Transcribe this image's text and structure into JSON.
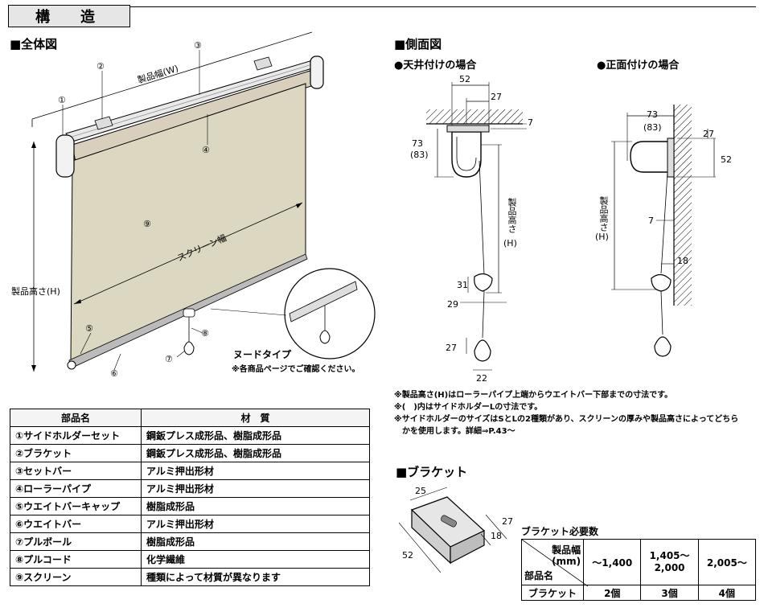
{
  "title": "構　造",
  "sections": {
    "overall": "■全体図",
    "side": "■側面図",
    "ceiling": "●天井付けの場合",
    "front": "●正面付けの場合",
    "bracket": "■ブラケット"
  },
  "overall_labels": {
    "n1": "①",
    "n2": "②",
    "n3": "③",
    "n4": "④",
    "n5": "⑤",
    "n6": "⑥",
    "n7": "⑦",
    "n8": "⑧",
    "n9": "⑨",
    "width": "製品幅(W)",
    "height": "製品高さ(H)",
    "screen_width": "スクリーン幅",
    "nude": "ヌードタイプ",
    "note": "※各商品ページでご確認ください。"
  },
  "ceiling_dims": {
    "d52": "52",
    "d27": "27",
    "d7": "7",
    "d73": "73",
    "d83": "(83)",
    "height": "製品高さ",
    "height_h": "(H)",
    "d31": "31",
    "d29": "29",
    "d27b": "27",
    "d22": "22"
  },
  "front_dims": {
    "d73": "73",
    "d83": "(83)",
    "d27": "27",
    "d52": "52",
    "d7": "7",
    "d18": "18",
    "height": "製品高さ",
    "height_h": "(H)"
  },
  "notes": [
    "※製品高さ(H)はローラーパイプ上端からウエイトバー下部までの寸法です。",
    "※(　)内はサイドホルダーLの寸法です。",
    "※サイドホルダーのサイズはSとLの2種類があり、スクリーンの厚みや製品高さによってどちら",
    "　かを使用します。詳細⇒P.43～"
  ],
  "parts_table": {
    "headers": [
      "部品名",
      "材　質"
    ],
    "rows": [
      [
        "①サイドホルダーセット",
        "鋼鈑プレス成形品、樹脂成形品"
      ],
      [
        "②ブラケット",
        "鋼鈑プレス成形品、樹脂成形品"
      ],
      [
        "③セットバー",
        "アルミ押出形材"
      ],
      [
        "④ローラーパイプ",
        "アルミ押出形材"
      ],
      [
        "⑤ウエイトバーキャップ",
        "樹脂成形品"
      ],
      [
        "⑥ウエイトバー",
        "アルミ押出形材"
      ],
      [
        "⑦プルボール",
        "樹脂成形品"
      ],
      [
        "⑧プルコード",
        "化学繊維"
      ],
      [
        "⑨スクリーン",
        "種類によって材質が異なります"
      ]
    ]
  },
  "bracket_dims": {
    "d25": "25",
    "d27": "27",
    "d18": "18",
    "d52": "52"
  },
  "bracket_table": {
    "caption": "ブラケット必要数",
    "corner_top": "製品幅",
    "corner_unit": "(mm)",
    "corner_bottom": "部品名",
    "cols": [
      "～1,400",
      "1,405～\n2,000",
      "2,005～"
    ],
    "row_label": "ブラケット",
    "values": [
      "2個",
      "3個",
      "4個"
    ]
  }
}
